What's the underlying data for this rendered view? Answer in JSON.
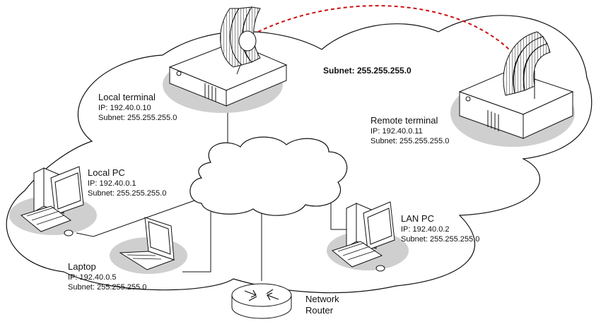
{
  "subnet_label": "Subnet: 255.255.255.0",
  "local_terminal": {
    "title": "Local terminal",
    "ip": "IP: 192.40.0.10",
    "subnet": "Subnet: 255.255.255.0"
  },
  "remote_terminal": {
    "title": "Remote terminal",
    "ip": "IP: 192.40.0.11",
    "subnet": "Subnet: 255.255.255.0"
  },
  "local_pc": {
    "title": "Local PC",
    "ip": "IP: 192.40.0.1",
    "subnet": "Subnet: 255.255.255.0"
  },
  "lan_pc": {
    "title": "LAN PC",
    "ip": "IP: 192.40.0.2",
    "subnet": "Subnet: 255.255.255.0"
  },
  "laptop": {
    "title": "Laptop",
    "ip": "IP: 192.40.0.5",
    "subnet": "Subnet: 255.255.255.0"
  },
  "router": {
    "line1": "Network",
    "line2": "Router"
  },
  "colors": {
    "radio_link": "#cc1111",
    "shadow": "#cfcfcf",
    "line": "#111111"
  }
}
